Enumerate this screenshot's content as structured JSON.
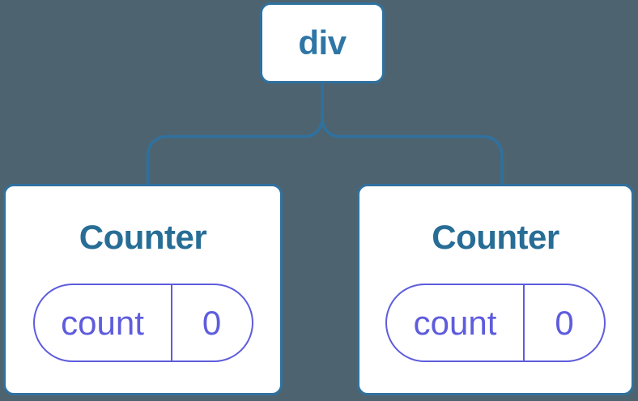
{
  "tree": {
    "root": {
      "label": "div"
    },
    "children": [
      {
        "title": "Counter",
        "state": {
          "key": "count",
          "value": "0"
        }
      },
      {
        "title": "Counter",
        "state": {
          "key": "count",
          "value": "0"
        }
      }
    ]
  },
  "colors": {
    "background": "#4D6470",
    "node_stroke_blue": "#2F719F",
    "root_text_blue": "#2E76A6",
    "title_text_blue": "#276D96",
    "state_purple": "#5E5CDD",
    "card_fill": "#FFFFFF"
  }
}
